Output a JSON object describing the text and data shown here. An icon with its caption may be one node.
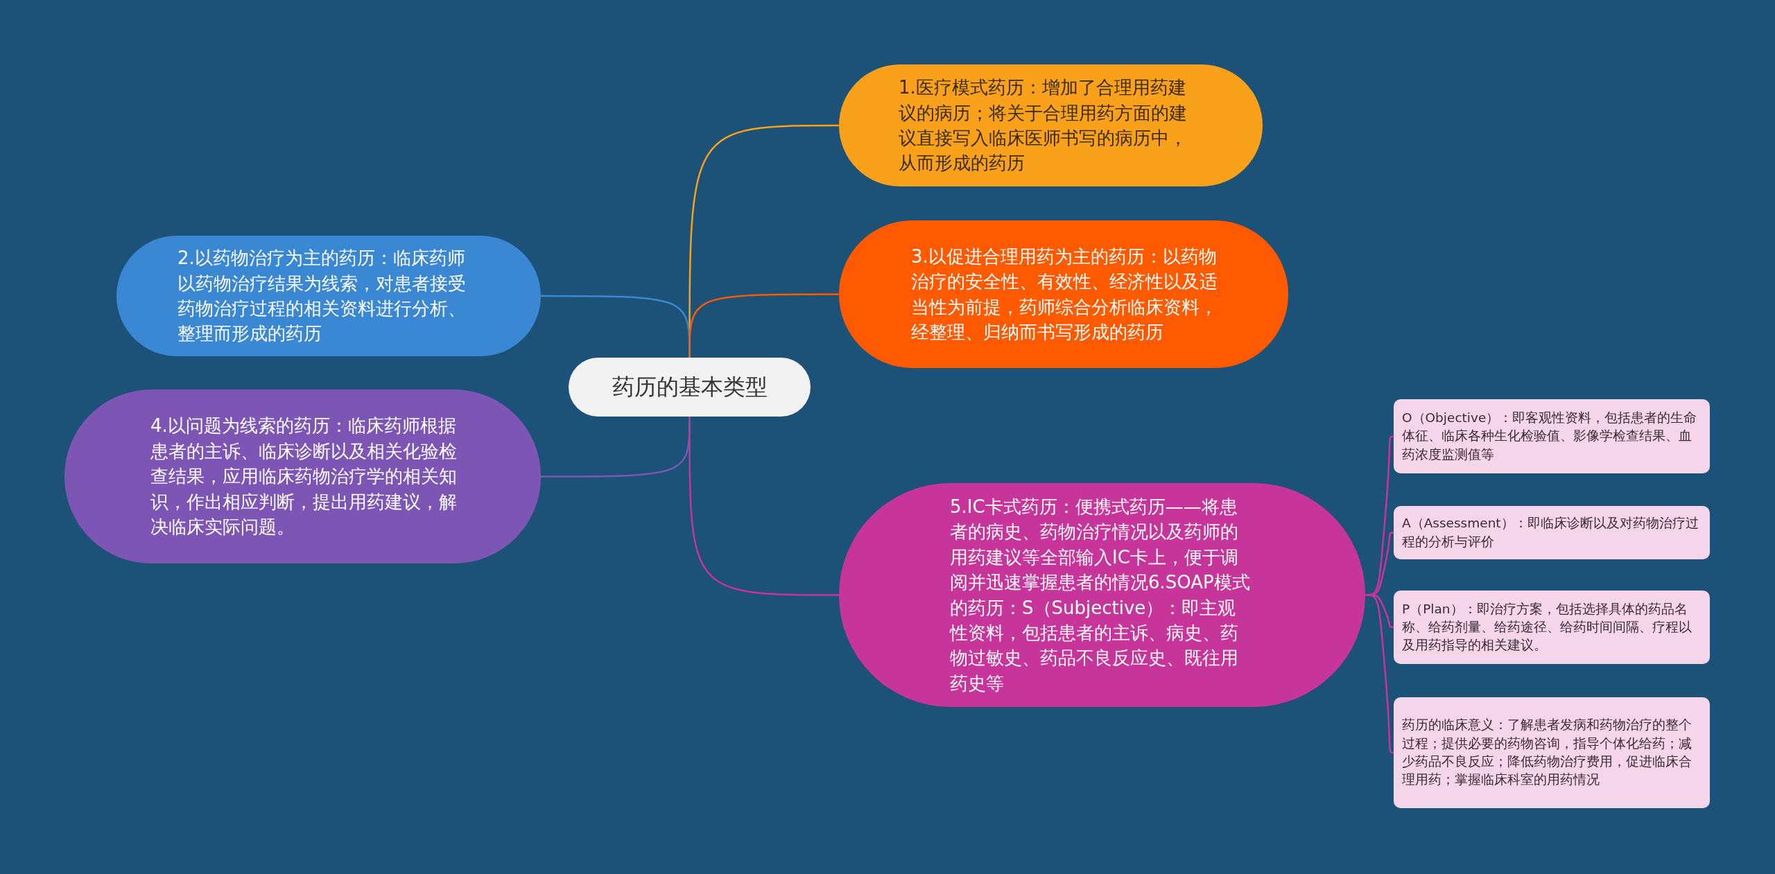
{
  "diagram": {
    "nodes": [
      {
        "text": [
          "药历的基本类型"
        ]
      },
      {
        "text": [
          "1.医疗模式药历：增加了合理用药建议的病历；将关于合理用药方面的建议直接写入临床医师书写的病历中，从而形成的药历"
        ]
      },
      {
        "text": [
          "2.以药物治疗为主的药历：临床药师以药物治疗结果为线索，对患者接受药物治疗过程的相关资料进行分析、整理而形成的药历"
        ]
      },
      {
        "text": [
          "3.以促进合理用药为主的药历：以药物治疗的安全性、有效性、经济性以及适当性为前提，药师综合分析临床资料，经整理、归纳而书写形成的药历"
        ]
      },
      {
        "text": [
          "4.以问题为线索的药历：临床药师根据患者的主诉、临床诊断以及相关化验检查结果，应用临床药物治疗学的相关知识，作出相应判断，提出用药建议，解决临床实际问题。"
        ]
      },
      {
        "text": [
          "5.IC卡式药历：便携式药历——将患者的病史、药物治疗情况以及药师的用药建议等全部输入IC卡上，便于调阅并迅速掌握患者的情况6.SOAP模式的药历：S（Subjective）：即主观性资料，包括患者的主诉、病史、药物过敏史、药品不良反应史、既往用药史等"
        ]
      },
      {
        "text": [
          "O（Objective）：即客观性资料，包括患者的生命体征、临床各种生化检验值、影像学检查结果、血药浓度监测值等"
        ]
      },
      {
        "text": [
          "A（Assessment）：即临床诊断以及对药物治疗过程的分析与评价"
        ]
      },
      {
        "text": [
          "P（Plan）：即治疗方案，包括选择具体的药品名称、给药剂量、给药途径、给药时间间隔、疗程以及用药指导的相关建议。"
        ]
      },
      {
        "text": [
          "药历的临床意义：了解患者发病和药物治疗的整个过程；提供必要的药物咨询，指导个体化给药；减少药品不良反应；降低药物治疗费用，促进临床合理用药；掌握临床科室的用药情况"
        ]
      }
    ],
    "edges": [
      {
        "from": 0,
        "to": 1,
        "arrow": "none",
        "color": "#f9a11b"
      },
      {
        "from": 0,
        "to": 2,
        "arrow": "none",
        "color": "#3a87d4"
      },
      {
        "from": 0,
        "to": 3,
        "arrow": "none",
        "color": "#ff5a00"
      },
      {
        "from": 0,
        "to": 4,
        "arrow": "none",
        "color": "#7d56b5"
      },
      {
        "from": 0,
        "to": 5,
        "arrow": "none",
        "color": "#c8359a"
      },
      {
        "from": 5,
        "to": 6,
        "arrow": "none",
        "color": "#c8359a"
      },
      {
        "from": 5,
        "to": 7,
        "arrow": "none",
        "color": "#c8359a"
      },
      {
        "from": 5,
        "to": 8,
        "arrow": "none",
        "color": "#c8359a"
      },
      {
        "from": 5,
        "to": 9,
        "arrow": "none",
        "color": "#c8359a"
      }
    ]
  }
}
